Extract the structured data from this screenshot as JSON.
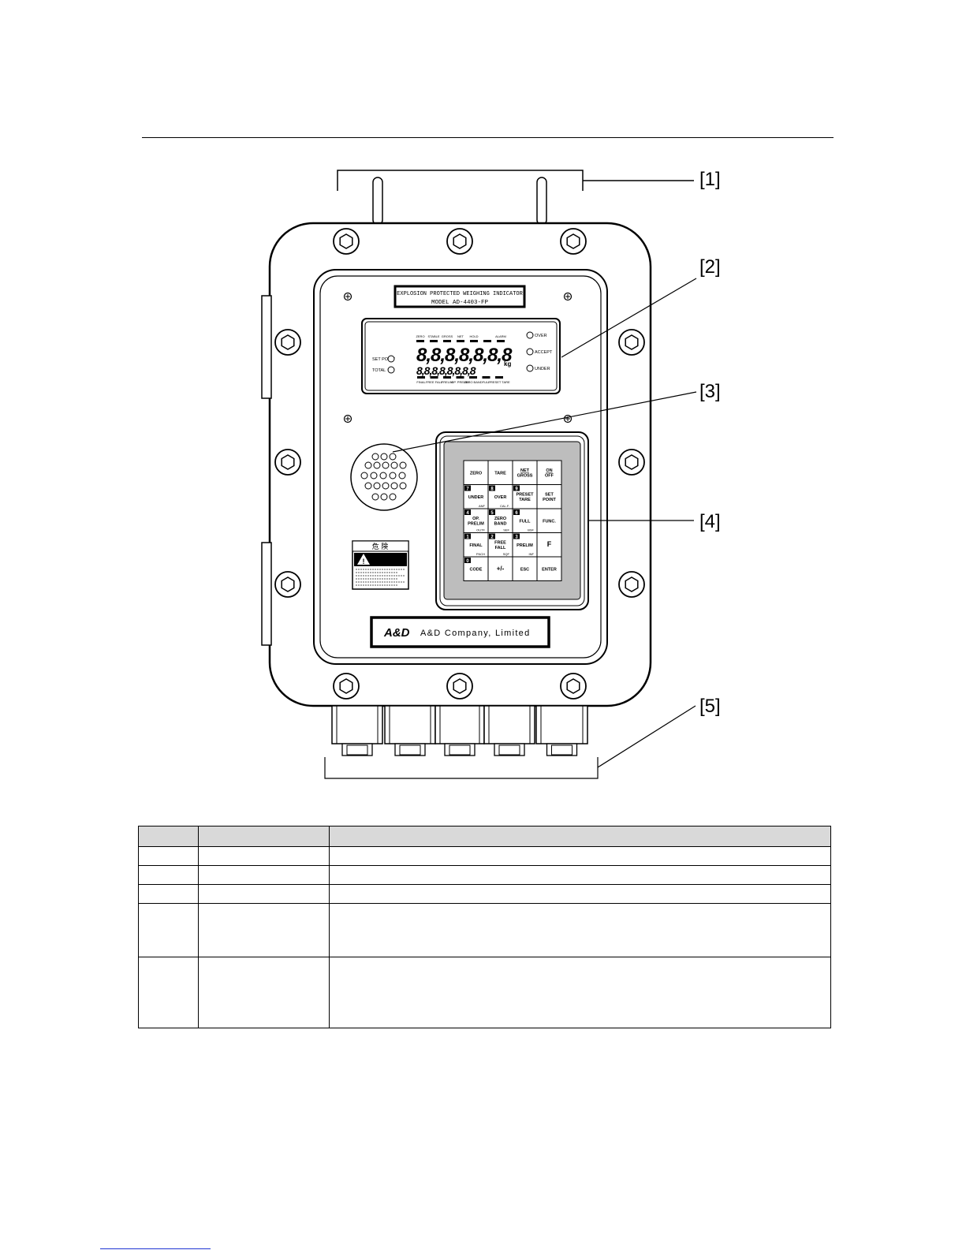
{
  "figure": {
    "nameplate": {
      "line1": "EXPLOSION PROTECTED WEIGHING INDICATOR",
      "line2": "MODEL AD-4403-FP"
    },
    "display": {
      "status_labels": [
        "ZERO",
        "STABLE",
        "GROSS",
        "NET",
        "HOLD",
        "",
        "ALARM"
      ],
      "main_digits": "8,8,8,8,8,8,8",
      "sub_digits": "8,8,8,8,8,8,8,8",
      "unit": "kg",
      "bottom_labels": [
        "FINAL",
        "FREE FALL",
        "PRELIM",
        "OP. PRELIM",
        "ZERO BAND",
        "FULL",
        "PRESET TARE"
      ],
      "left_indicators": [
        "SET POINT",
        "TOTAL"
      ],
      "right_indicators": [
        "OVER",
        "ACCEPT",
        "UNDER"
      ]
    },
    "keypad": {
      "rows": [
        [
          {
            "num": "",
            "main": "ZERO",
            "sub": ""
          },
          {
            "num": "",
            "main": "TARE",
            "sub": ""
          },
          {
            "num": "",
            "main": "NET / GROSS",
            "sub": ""
          },
          {
            "num": "",
            "main": "ON / OFF",
            "sub": ""
          }
        ],
        [
          {
            "num": "7",
            "main": "UNDER",
            "sub": "ANF"
          },
          {
            "num": "8",
            "main": "OVER",
            "sub": "CAL.F."
          },
          {
            "num": "9",
            "main": "PRESET TARE",
            "sub": ""
          },
          {
            "num": "",
            "main": "SET POINT",
            "sub": ""
          }
        ],
        [
          {
            "num": "4",
            "main": "OP. PRELIM",
            "sub": "OUTF"
          },
          {
            "num": "5",
            "main": "ZERO BAND",
            "sub": "SEF"
          },
          {
            "num": "6",
            "main": "FULL",
            "sub": "BSF"
          },
          {
            "num": "",
            "main": "FUNC.",
            "sub": ""
          }
        ],
        [
          {
            "num": "1",
            "main": "FINAL",
            "sub": "FNCH"
          },
          {
            "num": "2",
            "main": "FREE FALL",
            "sub": "SQF"
          },
          {
            "num": "3",
            "main": "PRELIM",
            "sub": "INF"
          },
          {
            "num": "",
            "main": "F",
            "sub": ""
          }
        ],
        [
          {
            "num": "0",
            "main": "CODE",
            "sub": ""
          },
          {
            "num": "",
            "main": "+/-",
            "sub": ""
          },
          {
            "num": "",
            "main": "ESC",
            "sub": ""
          },
          {
            "num": "",
            "main": "ENTER",
            "sub": ""
          }
        ]
      ]
    },
    "warning_label": {
      "title": "危 険"
    },
    "brand_plate": {
      "logo": "A&D",
      "text": "A&D Company, Limited"
    },
    "callouts": [
      "[1]",
      "[2]",
      "[3]",
      "[4]",
      "[5]"
    ]
  },
  "table": {
    "header": [
      "",
      "",
      ""
    ],
    "rows": [
      [
        "",
        "",
        ""
      ],
      [
        "",
        "",
        ""
      ],
      [
        "",
        "",
        ""
      ],
      [
        "",
        "",
        ""
      ],
      [
        "",
        "",
        ""
      ]
    ]
  }
}
